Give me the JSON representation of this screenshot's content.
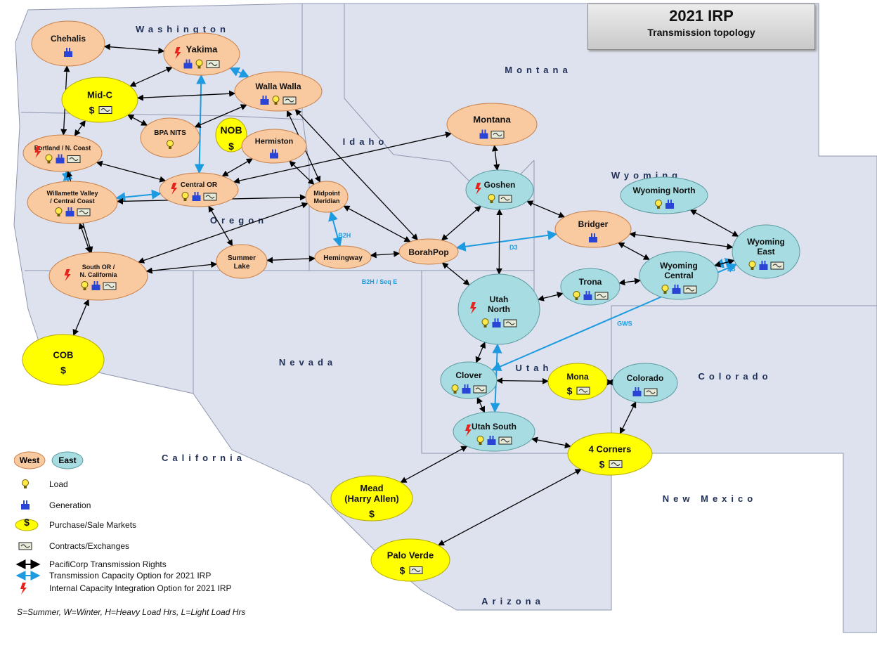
{
  "title": {
    "main": "2021 IRP",
    "sub": "Transmission topology"
  },
  "states": [
    {
      "id": "washington",
      "label": "Washington"
    },
    {
      "id": "montana",
      "label": "Montana"
    },
    {
      "id": "idaho",
      "label": "Idaho"
    },
    {
      "id": "oregon",
      "label": "Oregon"
    },
    {
      "id": "wyoming",
      "label": "Wyoming"
    },
    {
      "id": "nevada",
      "label": "Nevada"
    },
    {
      "id": "utah",
      "label": "Utah"
    },
    {
      "id": "colorado",
      "label": "Colorado"
    },
    {
      "id": "california",
      "label": "California"
    },
    {
      "id": "new-mexico",
      "label": "New Mexico"
    },
    {
      "id": "arizona",
      "label": "Arizona"
    }
  ],
  "nodes": [
    {
      "id": "chehalis",
      "lines": [
        "Chehalis"
      ],
      "type": "west",
      "icons": [
        "gen"
      ]
    },
    {
      "id": "yakima",
      "lines": [
        "Yakima"
      ],
      "type": "west",
      "icons": [
        "gen",
        "load",
        "contract"
      ],
      "internal": true
    },
    {
      "id": "midc",
      "lines": [
        "Mid-C"
      ],
      "type": "market",
      "icons": [
        "dollar",
        "contract"
      ]
    },
    {
      "id": "wallawalla",
      "lines": [
        "Walla Walla"
      ],
      "type": "west",
      "icons": [
        "gen",
        "load",
        "contract"
      ]
    },
    {
      "id": "bpanits",
      "lines": [
        "BPA NITS"
      ],
      "type": "west",
      "icons": [
        "load"
      ]
    },
    {
      "id": "nob",
      "lines": [
        "NOB"
      ],
      "type": "market",
      "icons": [
        "dollar"
      ]
    },
    {
      "id": "hermiston",
      "lines": [
        "Hermiston"
      ],
      "type": "west",
      "icons": [
        "gen"
      ]
    },
    {
      "id": "portland",
      "lines": [
        "Portland / N. Coast"
      ],
      "type": "west",
      "icons": [
        "load",
        "gen",
        "contract"
      ],
      "internal": true
    },
    {
      "id": "centralor",
      "lines": [
        "Central OR"
      ],
      "type": "west",
      "icons": [
        "load",
        "gen",
        "contract"
      ],
      "internal": true
    },
    {
      "id": "willamette",
      "lines": [
        "Willamette Valley",
        "/ Central Coast"
      ],
      "type": "west",
      "icons": [
        "load",
        "gen",
        "contract"
      ]
    },
    {
      "id": "midpoint",
      "lines": [
        "Midpoint",
        "Meridian"
      ],
      "type": "west",
      "icons": []
    },
    {
      "id": "montana",
      "lines": [
        "Montana"
      ],
      "type": "west",
      "icons": [
        "gen",
        "contract"
      ]
    },
    {
      "id": "goshen",
      "lines": [
        "Goshen"
      ],
      "type": "east",
      "icons": [
        "load",
        "contract"
      ],
      "internal": true
    },
    {
      "id": "wyomingnorth",
      "lines": [
        "Wyoming North"
      ],
      "type": "east",
      "icons": [
        "load",
        "gen"
      ]
    },
    {
      "id": "bridger",
      "lines": [
        "Bridger"
      ],
      "type": "west",
      "icons": [
        "gen"
      ]
    },
    {
      "id": "wyomingeast",
      "lines": [
        "Wyoming",
        "East"
      ],
      "type": "east",
      "icons": [
        "load",
        "gen",
        "contract"
      ]
    },
    {
      "id": "wyomingcentral",
      "lines": [
        "Wyoming",
        "Central"
      ],
      "type": "east",
      "icons": [
        "load",
        "gen",
        "contract"
      ]
    },
    {
      "id": "trona",
      "lines": [
        "Trona"
      ],
      "type": "east",
      "icons": [
        "load",
        "gen",
        "contract"
      ]
    },
    {
      "id": "borahpop",
      "lines": [
        "BorahPop"
      ],
      "type": "west",
      "icons": []
    },
    {
      "id": "hemingway",
      "lines": [
        "Hemingway"
      ],
      "type": "west",
      "icons": []
    },
    {
      "id": "summerlake",
      "lines": [
        "Summer",
        "Lake"
      ],
      "type": "west",
      "icons": []
    },
    {
      "id": "southor",
      "lines": [
        "South OR /",
        "N. California"
      ],
      "type": "west",
      "icons": [
        "load",
        "gen",
        "contract"
      ],
      "internal": true
    },
    {
      "id": "utahnorth",
      "lines": [
        "Utah",
        "North"
      ],
      "type": "east",
      "icons": [
        "load",
        "gen",
        "contract"
      ],
      "internal": true
    },
    {
      "id": "cob",
      "lines": [
        "COB"
      ],
      "type": "market",
      "icons": [
        "dollar"
      ]
    },
    {
      "id": "clover",
      "lines": [
        "Clover"
      ],
      "type": "east",
      "icons": [
        "load",
        "gen",
        "contract"
      ]
    },
    {
      "id": "mona",
      "lines": [
        "Mona"
      ],
      "type": "market",
      "icons": [
        "dollar",
        "contract"
      ]
    },
    {
      "id": "colorado",
      "lines": [
        "Colorado"
      ],
      "type": "east",
      "icons": [
        "gen",
        "contract"
      ]
    },
    {
      "id": "utahsouth",
      "lines": [
        "Utah South"
      ],
      "type": "east",
      "icons": [
        "load",
        "gen",
        "contract"
      ],
      "internal": true
    },
    {
      "id": "fourcorners",
      "lines": [
        "4 Corners"
      ],
      "type": "market",
      "icons": [
        "dollar",
        "contract"
      ]
    },
    {
      "id": "mead",
      "lines": [
        "Mead",
        "(Harry Allen)"
      ],
      "type": "market",
      "icons": [
        "dollar"
      ]
    },
    {
      "id": "paloverde",
      "lines": [
        "Palo Verde"
      ],
      "type": "market",
      "icons": [
        "dollar",
        "contract"
      ]
    }
  ],
  "edges": [
    {
      "from": "chehalis",
      "to": "yakima",
      "kind": "rights"
    },
    {
      "from": "chehalis",
      "to": "portland",
      "kind": "rights"
    },
    {
      "from": "yakima",
      "to": "midc",
      "kind": "rights"
    },
    {
      "from": "yakima",
      "to": "wallawalla",
      "kind": "option"
    },
    {
      "from": "yakima",
      "to": "centralor",
      "kind": "option"
    },
    {
      "from": "midc",
      "to": "wallawalla",
      "kind": "rights"
    },
    {
      "from": "midc",
      "to": "portland",
      "kind": "rights"
    },
    {
      "from": "midc",
      "to": "bpanits",
      "kind": "rights"
    },
    {
      "from": "wallawalla",
      "to": "bpanits",
      "kind": "rights"
    },
    {
      "from": "wallawalla",
      "to": "midpoint",
      "kind": "rights"
    },
    {
      "from": "wallawalla",
      "to": "borahpop",
      "kind": "rights"
    },
    {
      "from": "portland",
      "to": "willamette",
      "kind": "option"
    },
    {
      "from": "portland",
      "to": "southor",
      "kind": "rights"
    },
    {
      "from": "portland",
      "to": "centralor",
      "kind": "rights"
    },
    {
      "from": "willamette",
      "to": "centralor",
      "kind": "option"
    },
    {
      "from": "willamette",
      "to": "southor",
      "kind": "rights"
    },
    {
      "from": "willamette",
      "to": "midpoint",
      "kind": "rights"
    },
    {
      "from": "hermiston",
      "to": "centralor",
      "kind": "rights"
    },
    {
      "from": "hermiston",
      "to": "midpoint",
      "kind": "rights"
    },
    {
      "from": "centralor",
      "to": "summerlake",
      "kind": "rights"
    },
    {
      "from": "montana",
      "to": "goshen",
      "kind": "rights"
    },
    {
      "from": "montana",
      "to": "centralor",
      "kind": "rights"
    },
    {
      "from": "midpoint",
      "to": "hemingway",
      "kind": "option",
      "label": "B2H"
    },
    {
      "from": "midpoint",
      "to": "southor",
      "kind": "rights"
    },
    {
      "from": "borahpop",
      "to": "midpoint",
      "kind": "rights"
    },
    {
      "from": "borahpop",
      "to": "goshen",
      "kind": "rights"
    },
    {
      "from": "borahpop",
      "to": "hemingway",
      "kind": "rights"
    },
    {
      "from": "borahpop",
      "to": "bridger",
      "kind": "option",
      "label": "D3"
    },
    {
      "from": "borahpop",
      "to": "utahnorth",
      "kind": "rights"
    },
    {
      "from": "hemingway",
      "to": "summerlake",
      "kind": "rights"
    },
    {
      "from": "summerlake",
      "to": "southor",
      "kind": "rights"
    },
    {
      "from": "southor",
      "to": "cob",
      "kind": "rights"
    },
    {
      "from": "goshen",
      "to": "bridger",
      "kind": "rights"
    },
    {
      "from": "goshen",
      "to": "utahnorth",
      "kind": "rights"
    },
    {
      "from": "bridger",
      "to": "wyomingcentral",
      "kind": "rights"
    },
    {
      "from": "bridger",
      "to": "wyomingeast",
      "kind": "rights"
    },
    {
      "from": "wyomingcentral",
      "to": "wyomingeast",
      "kind": "option",
      "label": "D3"
    },
    {
      "from": "wyomingnorth",
      "to": "wyomingeast",
      "kind": "rights"
    },
    {
      "from": "wyomingcentral",
      "to": "wyomingeast",
      "kind": "rights"
    },
    {
      "from": "trona",
      "to": "wyomingcentral",
      "kind": "rights"
    },
    {
      "from": "utahnorth",
      "to": "trona",
      "kind": "rights"
    },
    {
      "from": "utahnorth",
      "to": "clover",
      "kind": "rights"
    },
    {
      "from": "utahnorth",
      "to": "utahsouth",
      "kind": "option"
    },
    {
      "from": "wyomingeast",
      "to": "clover",
      "kind": "option",
      "label": "GWS"
    },
    {
      "from": "clover",
      "to": "mona",
      "kind": "rights"
    },
    {
      "from": "clover",
      "to": "utahsouth",
      "kind": "rights"
    },
    {
      "from": "colorado",
      "to": "mona",
      "kind": "rights"
    },
    {
      "from": "colorado",
      "to": "fourcorners",
      "kind": "rights"
    },
    {
      "from": "utahsouth",
      "to": "fourcorners",
      "kind": "rights"
    },
    {
      "from": "utahsouth",
      "to": "mead",
      "kind": "rights"
    },
    {
      "from": "fourcorners",
      "to": "paloverde",
      "kind": "rights"
    }
  ],
  "annotations": [
    {
      "id": "b2h-seq-e",
      "text": "B2H / Seq E"
    }
  ],
  "legend": {
    "west_label": "West",
    "east_label": "East",
    "items": [
      {
        "icon": "load",
        "label": "Load"
      },
      {
        "icon": "gen",
        "label": "Generation"
      },
      {
        "icon": "dollar",
        "label": "Purchase/Sale Markets"
      },
      {
        "icon": "contract",
        "label": "Contracts/Exchanges"
      },
      {
        "icon": "rights-arrow",
        "label": "PacifiCorp Transmission Rights"
      },
      {
        "icon": "option-arrow",
        "label": "Transmission Capacity Option for 2021 IRP"
      },
      {
        "icon": "internal-bolt",
        "label": "Internal Capacity Integration Option for 2021 IRP"
      }
    ],
    "note": "S=Summer, W=Winter, H=Heavy Load Hrs, L=Light Load Hrs"
  },
  "colors": {
    "west": "#f9c9a0",
    "east": "#a7dde2",
    "market": "#ffff00",
    "rights": "#000000",
    "option": "#1e9be0",
    "internal": "#e8231b",
    "gen": "#2a44d6",
    "map": "#dde2ee"
  }
}
